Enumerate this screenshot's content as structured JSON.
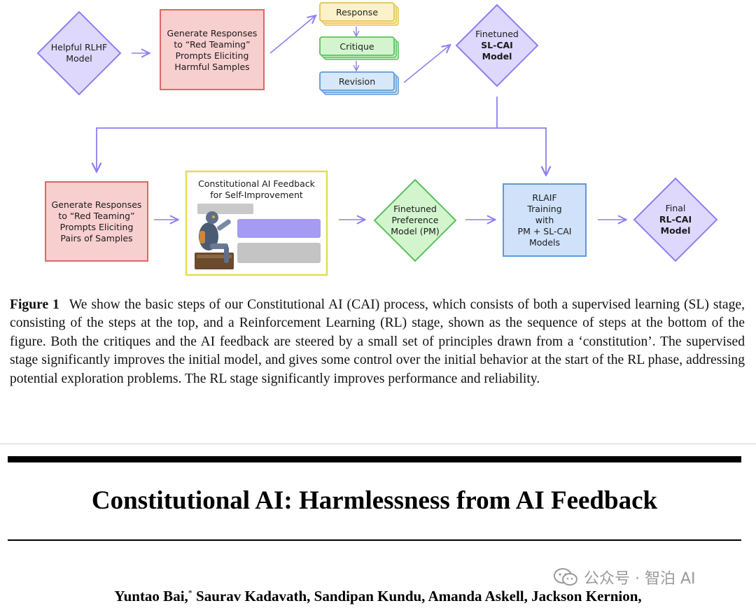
{
  "figure": {
    "top_flow": {
      "helpful_model": "Helpful RLHF\nModel",
      "generate_harmful": "Generate Responses\nto “Red Teaming”\nPrompts Eliciting\nHarmful Samples",
      "response": "Response",
      "critique": "Critique",
      "revision": "Revision",
      "finetuned_sl_line1": "Finetuned",
      "finetuned_sl_line2": "SL-CAI",
      "finetuned_sl_line3": "Model"
    },
    "bottom_flow": {
      "generate_pairs": "Generate Responses\nto “Red Teaming”\nPrompts Eliciting\nPairs of Samples",
      "feedback_title": "Constitutional AI Feedback\nfor Self-Improvement",
      "preference_model": "Finetuned\nPreference\nModel (PM)",
      "rlaif": "RLAIF\nTraining\nwith\nPM + SL-CAI\nModels",
      "final_line1": "Final",
      "final_line2": "RL-CAI",
      "final_line3": "Model"
    },
    "colors": {
      "purple": "#8d7ff0",
      "red": "#e06666",
      "yellow": "#f0d060",
      "green": "#6ed06e",
      "blue": "#6fa8dc",
      "arrow": "#8d7ff0"
    }
  },
  "caption": {
    "label": "Figure 1",
    "text": "We show the basic steps of our Constitutional AI (CAI) process, which consists of both a supervised learning (SL) stage, consisting of the steps at the top, and a Reinforcement Learning (RL) stage, shown as the sequence of steps at the bottom of the figure. Both the critiques and the AI feedback are steered by a small set of principles drawn from a ‘constitution’. The supervised stage significantly improves the initial model, and gives some control over the initial behavior at the start of the RL phase, addressing potential exploration problems. The RL stage significantly improves performance and reliability."
  },
  "paper": {
    "title": "Constitutional AI: Harmlessness from AI Feedback",
    "authors_first": "Yuntao Bai,",
    "authors_mark": "*",
    "authors_rest": "Saurav Kadavath, Sandipan Kundu, Amanda Askell, Jackson Kernion,"
  },
  "watermark": {
    "text": "公众号 · 智泊 AI",
    "icon": "wechat-icon"
  }
}
